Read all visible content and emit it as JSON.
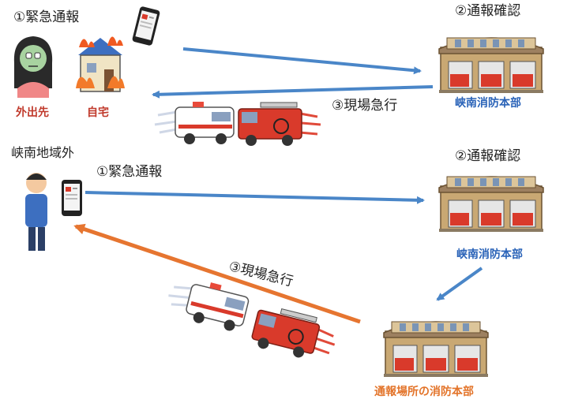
{
  "top": {
    "step1": "①緊急通報",
    "step2": "②通報確認",
    "step3": "③現場急行",
    "person_label": "外出先",
    "home_label": "自宅",
    "station_label": "峡南消防本部"
  },
  "bottom": {
    "region_label": "峡南地域外",
    "step1": "①緊急通報",
    "step2": "②通報確認",
    "step3": "③現場急行",
    "station1_label": "峡南消防本部",
    "station2_label": "通報場所の消防本部"
  },
  "colors": {
    "blue_arrow": "#4a86c8",
    "orange_arrow": "#e67530",
    "blue_text": "#2a63b8",
    "red_text": "#c0392b",
    "orange_text": "#e3742a"
  }
}
